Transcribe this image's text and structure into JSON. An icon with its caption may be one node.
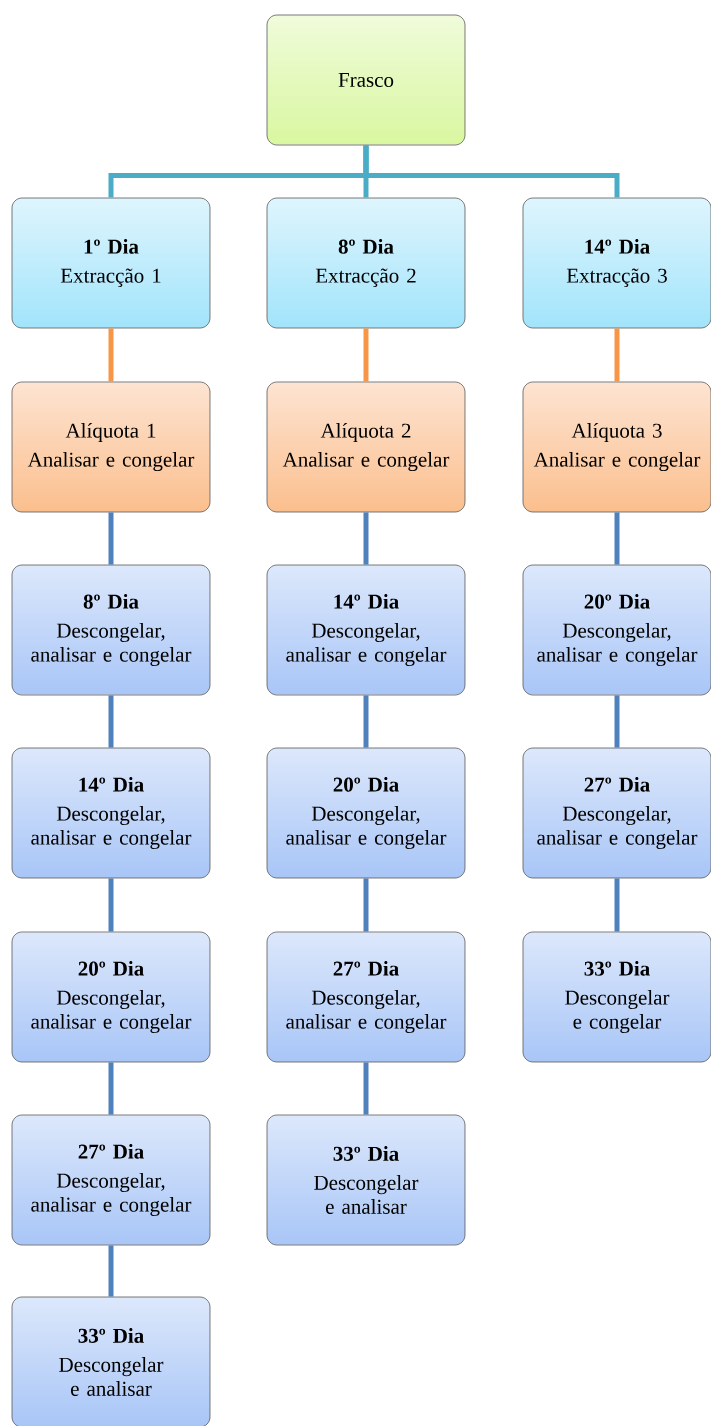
{
  "diagram": {
    "nodes": [
      {
        "text": [
          "Frasco"
        ]
      },
      {
        "text": [
          "1º Dia",
          "Extracção 1"
        ]
      },
      {
        "text": [
          "8º Dia",
          "Extracção 2"
        ]
      },
      {
        "text": [
          "14º Dia",
          "Extracção 3"
        ]
      },
      {
        "text": [
          "Alíquota 1",
          "Analisar e congelar"
        ]
      },
      {
        "text": [
          "Alíquota 2",
          "Analisar e congelar"
        ]
      },
      {
        "text": [
          "Alíquota 3",
          "Analisar e congelar"
        ]
      },
      {
        "text": [
          "8º Dia",
          "Descongelar, analisar e congelar"
        ]
      },
      {
        "text": [
          "14º Dia",
          "Descongelar, analisar e congelar"
        ]
      },
      {
        "text": [
          "20º Dia",
          "Descongelar, analisar e congelar"
        ]
      },
      {
        "text": [
          "14º Dia",
          "Descongelar, analisar e congelar"
        ]
      },
      {
        "text": [
          "20º Dia",
          "Descongelar, analisar e congelar"
        ]
      },
      {
        "text": [
          "27º Dia",
          "Descongelar, analisar e congelar"
        ]
      },
      {
        "text": [
          "20º Dia",
          "Descongelar, analisar e congelar"
        ]
      },
      {
        "text": [
          "27º Dia",
          "Descongelar, analisar e congelar"
        ]
      },
      {
        "text": [
          "33º Dia",
          "Descongelar e congelar"
        ]
      },
      {
        "text": [
          "27º Dia",
          "Descongelar, analisar e congelar"
        ]
      },
      {
        "text": [
          "33º Dia",
          "Descongelar e analisar"
        ]
      },
      {
        "text": [
          "33º Dia",
          "Descongelar e analisar"
        ]
      }
    ],
    "edges": [
      {
        "from": 0,
        "to": 1,
        "arrow": "none",
        "color": "#4bacc6"
      },
      {
        "from": 0,
        "to": 2,
        "arrow": "none",
        "color": "#4bacc6"
      },
      {
        "from": 0,
        "to": 3,
        "arrow": "none",
        "color": "#4bacc6"
      },
      {
        "from": 1,
        "to": 4,
        "arrow": "none",
        "color": "#f79646"
      },
      {
        "from": 2,
        "to": 5,
        "arrow": "none",
        "color": "#f79646"
      },
      {
        "from": 3,
        "to": 6,
        "arrow": "none",
        "color": "#f79646"
      },
      {
        "from": 4,
        "to": 7,
        "arrow": "none"
      },
      {
        "from": 5,
        "to": 8,
        "arrow": "none"
      },
      {
        "from": 6,
        "to": 9,
        "arrow": "none"
      },
      {
        "from": 7,
        "to": 10,
        "arrow": "none"
      },
      {
        "from": 8,
        "to": 11,
        "arrow": "none"
      },
      {
        "from": 9,
        "to": 12,
        "arrow": "none"
      },
      {
        "from": 10,
        "to": 13,
        "arrow": "none"
      },
      {
        "from": 11,
        "to": 14,
        "arrow": "none"
      },
      {
        "from": 12,
        "to": 15,
        "arrow": "none"
      },
      {
        "from": 13,
        "to": 16,
        "arrow": "none"
      },
      {
        "from": 14,
        "to": 17,
        "arrow": "none"
      },
      {
        "from": 16,
        "to": 18,
        "arrow": "none"
      }
    ]
  }
}
